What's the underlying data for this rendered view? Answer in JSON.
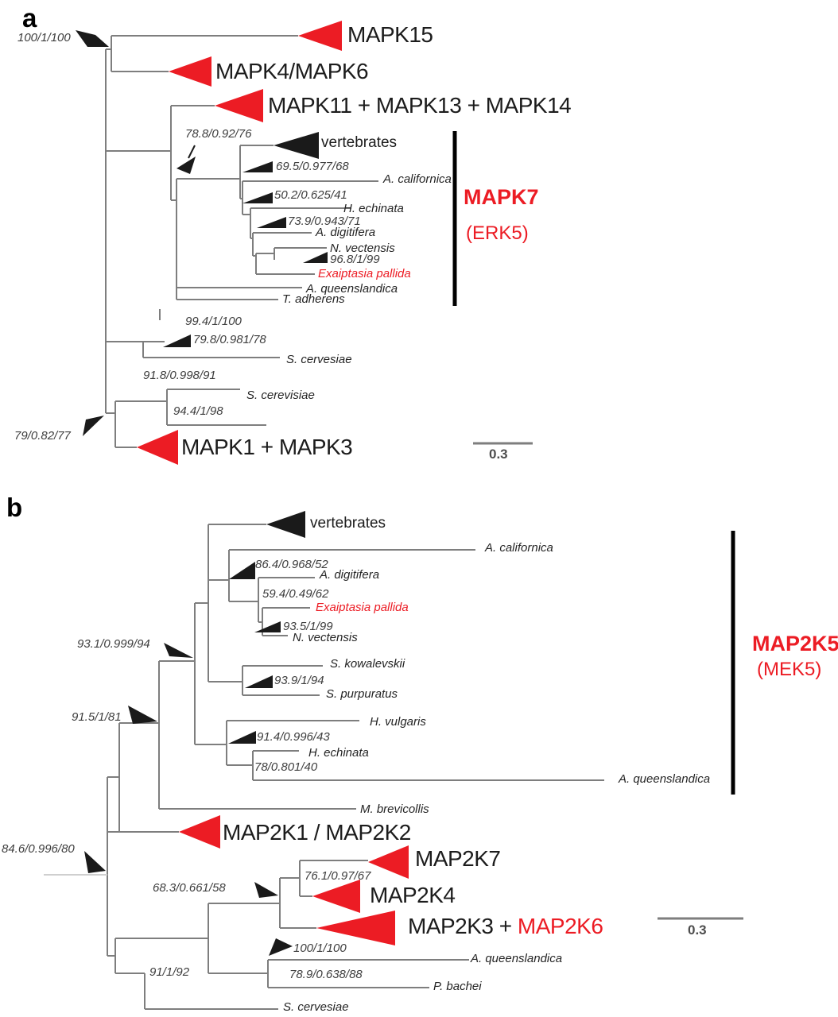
{
  "figure": {
    "colors": {
      "accent_red": "#ec1c24",
      "line_gray": "#7e7e7e",
      "bracket_black": "#000000"
    },
    "panel_a": {
      "letter": "a",
      "collapsed_clades": {
        "mapk15": "MAPK15",
        "mapk4_mapk6": "MAPK4/MAPK6",
        "mapk11_13_14": "MAPK11 + MAPK13 + MAPK14",
        "vertebrates": "vertebrates",
        "mapk1_mapk3": "MAPK1 + MAPK3"
      },
      "bracket": {
        "gene": "MAPK7",
        "alias": "(ERK5)"
      },
      "supports": {
        "root": "100/1/100",
        "n78_8": "78.8/0.92/76",
        "n69_5": "69.5/0.977/68",
        "n50_2": "50.2/0.625/41",
        "n73_9": "73.9/0.943/71",
        "n96_8": "96.8/1/99",
        "n99_4": "99.4/1/100",
        "n79_8": "79.8/0.981/78",
        "n91_8": "91.8/0.998/91",
        "n94_4": "94.4/1/98",
        "n79": "79/0.82/77"
      },
      "taxa": {
        "a_californica": "A. californica",
        "h_echinata": "H. echinata",
        "a_digitifera": "A. digitifera",
        "n_vectensis": "N. vectensis",
        "e_pallida": "Exaiptasia pallida",
        "a_queenslandica": "A. queenslandica",
        "t_adherens": "T. adherens",
        "s_cervesiae": "S. cervesiae",
        "s_cerevisiae": "S. cerevisiae"
      },
      "scale_label": "0.3"
    },
    "panel_b": {
      "letter": "b",
      "collapsed_clades": {
        "vertebrates": "vertebrates",
        "map2k1_map2k2": "MAP2K1 / MAP2K2",
        "map2k7": "MAP2K7",
        "map2k4": "MAP2K4",
        "map2k3_prefix": "MAP2K3 + ",
        "map2k6": "MAP2K6"
      },
      "bracket": {
        "gene": "MAP2K5",
        "alias": "(MEK5)"
      },
      "supports": {
        "n86_4": "86.4/0.968/52",
        "n59_4": "59.4/0.49/62",
        "n93_5": "93.5/1/99",
        "n93_1": "93.1/0.999/94",
        "n93_9": "93.9/1/94",
        "n91_5": "91.5/1/81",
        "n91_4": "91.4/0.996/43",
        "n78": "78/0.801/40",
        "n84_6": "84.6/0.996/80",
        "n76_1": "76.1/0.97/67",
        "n68_3": "68.3/0.661/58",
        "n100": "100/1/100",
        "n78_9": "78.9/0.638/88",
        "n91": "91/1/92"
      },
      "taxa": {
        "a_californica": "A. californica",
        "a_digitifera": "A. digitifera",
        "e_pallida": "Exaiptasia pallida",
        "n_vectensis": "N. vectensis",
        "s_kowalevskii": "S. kowalevskii",
        "s_purpuratus": "S. purpuratus",
        "h_vulgaris": "H. vulgaris",
        "h_echinata": "H. echinata",
        "a_queenslandica_top": "A. queenslandica",
        "m_brevicollis": "M. brevicollis",
        "a_queenslandica_bottom": "A. queenslandica",
        "p_bachei": "P. bachei",
        "s_cervesiae": "S. cervesiae"
      },
      "scale_label": "0.3"
    }
  }
}
